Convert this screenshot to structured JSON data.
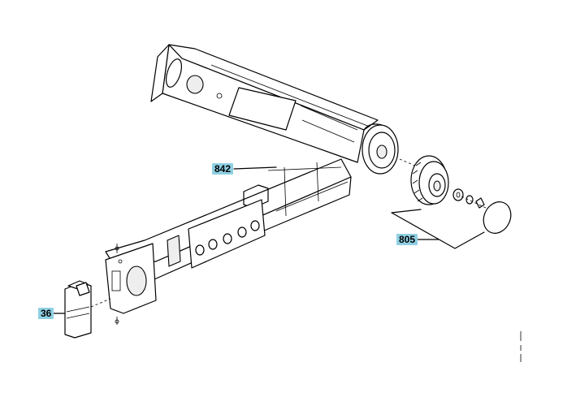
{
  "callouts": {
    "part_842": "842",
    "part_805": "805",
    "part_36": "36"
  },
  "colors": {
    "callout_background": "#8fd0e3",
    "line_color": "#000000",
    "background": "#ffffff"
  }
}
